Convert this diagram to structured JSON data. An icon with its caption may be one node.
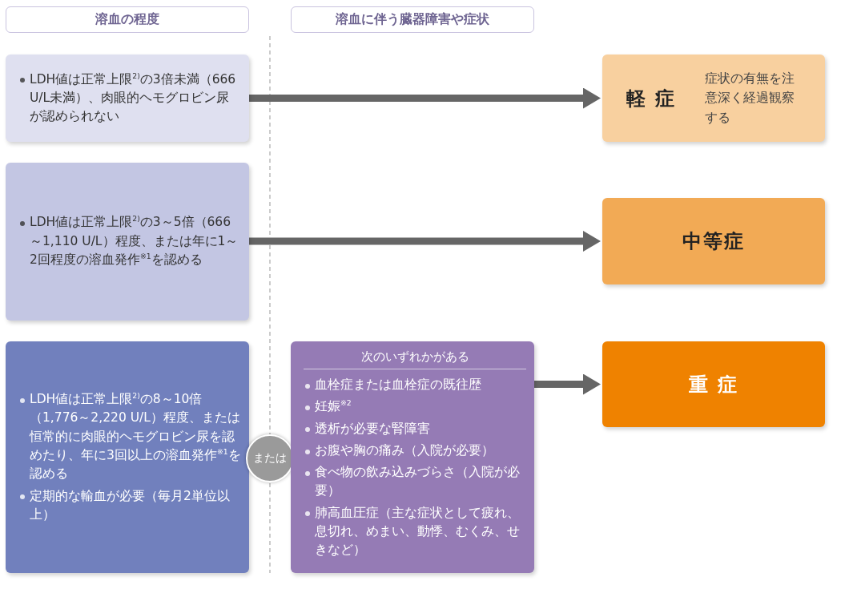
{
  "diagram": {
    "nodes": [
      {
        "text": [
          "溶血の程度"
        ]
      },
      {
        "text": [
          "溶血に伴う臓器障害や症状"
        ]
      },
      {
        "text": [
          "LDH値は正常上限$^{2)}$の3倍未満（666 U/L未満）、肉眼的ヘモグロビン尿が認められない"
        ]
      },
      {
        "text": [
          "LDH値は正常上限$^{2)}$の3～5倍（666～1,110 U/L）程度、または年に1～2回程度の溶血発作$^{※1}$を認める"
        ]
      },
      {
        "text": [
          "LDH値は正常上限$^{2)}$の8～10倍（1,776～2,220 U/L）程度、または恒常的に肉眼的ヘモグロビン尿を認めたり、年に3回以上の溶血発作$^{※1}$を認める",
          "定期的な輸血が必要（毎月2単位以上）"
        ]
      },
      {
        "text": [
          "または"
        ]
      },
      {
        "text": [
          "次のいずれかがある",
          "血栓症または血栓症の既往歴",
          "妊娠$^{※2}$",
          "透析が必要な腎障害",
          "お腹や胸の痛み（入院が必要）",
          "食べ物の飲み込みづらさ（入院が必要）",
          "肺高血圧症（主な症状として疲れ、息切れ、めまい、動悸、むくみ、せきなど）"
        ]
      },
      {
        "text": [
          "軽 症",
          "症状の有無を注意深く経過観察する"
        ]
      },
      {
        "text": [
          "中等症"
        ]
      },
      {
        "text": [
          "重 症"
        ]
      }
    ],
    "edges": [
      {
        "from": 2,
        "to": 7,
        "arrow": "to"
      },
      {
        "from": 3,
        "to": 8,
        "arrow": "to"
      },
      {
        "from": 6,
        "to": 9,
        "arrow": "to"
      }
    ]
  }
}
